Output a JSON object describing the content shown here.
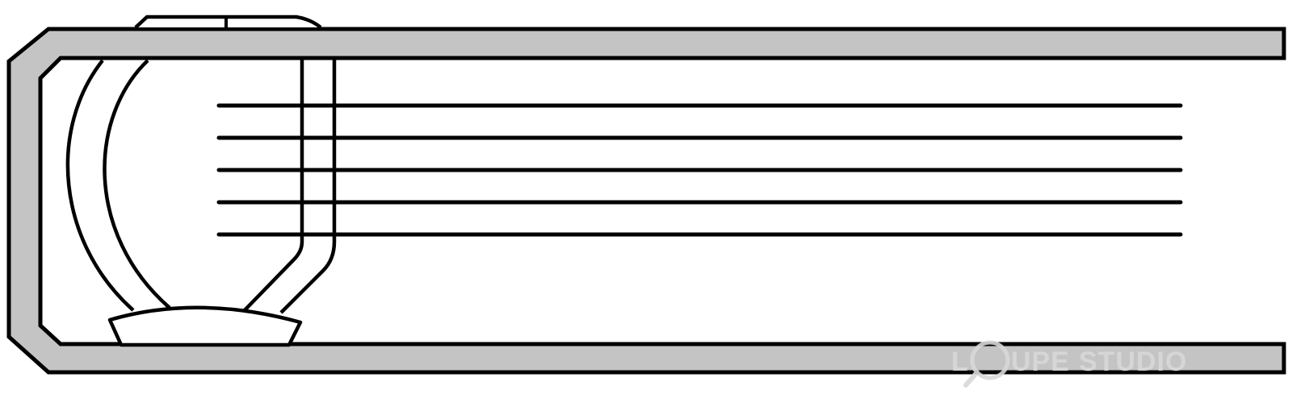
{
  "diagram": {
    "subject": "lever-arch-binder-cross-section",
    "colors": {
      "outline": "#000000",
      "cover_fill": "#c4c4c4",
      "background": "#ffffff",
      "watermark": "#d8d8d8"
    },
    "sheet_count": 5,
    "parts": [
      "binder-cover",
      "lever-mechanism",
      "filing-sheets",
      "mechanism-base-plate",
      "ring-post"
    ]
  },
  "watermark": {
    "text_part1": "L",
    "text_part2": "UPE",
    "text_part3": "STUDIO",
    "logo_icon": "loupe-magnifier-icon"
  }
}
